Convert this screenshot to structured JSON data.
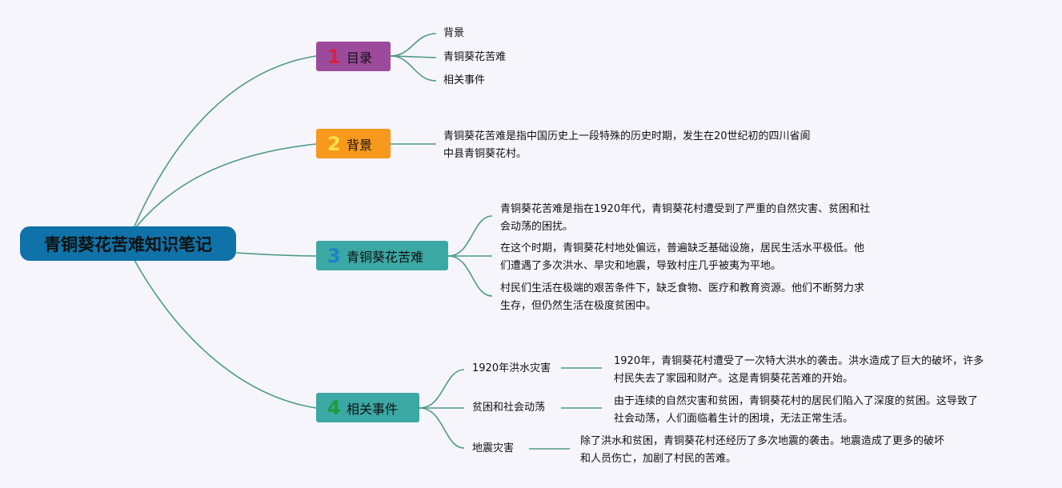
{
  "root": {
    "title": "青铜葵花苦难知识笔记"
  },
  "branches": [
    {
      "num": "1",
      "label": "目录",
      "items": [
        "背景",
        "青铜葵花苦难",
        "相关事件"
      ]
    },
    {
      "num": "2",
      "label": "背景",
      "text": [
        "青铜葵花苦难是指中国历史上一段特殊的历史时期，发生在20世纪初的四川省阆",
        "中县青铜葵花村。"
      ]
    },
    {
      "num": "3",
      "label": "青铜葵花苦难",
      "paragraphs": [
        [
          "青铜葵花苦难是指在1920年代，青铜葵花村遭受到了严重的自然灾害、贫困和社",
          "会动荡的困扰。"
        ],
        [
          "在这个时期，青铜葵花村地处偏远，普遍缺乏基础设施，居民生活水平极低。他",
          "们遭遇了多次洪水、旱灾和地震，导致村庄几乎被夷为平地。"
        ],
        [
          "村民们生活在极端的艰苦条件下，缺乏食物、医疗和教育资源。他们不断努力求",
          "生存，但仍然生活在极度贫困中。"
        ]
      ]
    },
    {
      "num": "4",
      "label": "相关事件",
      "events": [
        {
          "name": "1920年洪水灾害",
          "desc": [
            "1920年，青铜葵花村遭受了一次特大洪水的袭击。洪水造成了巨大的破坏，许多",
            "村民失去了家园和财产。这是青铜葵花苦难的开始。"
          ]
        },
        {
          "name": "贫困和社会动荡",
          "desc": [
            "由于连续的自然灾害和贫困，青铜葵花村的居民们陷入了深度的贫困。这导致了",
            "社会动荡，人们面临着生计的困境，无法正常生活。"
          ]
        },
        {
          "name": "地震灾害",
          "desc": [
            "除了洪水和贫困，青铜葵花村还经历了多次地震的袭击。地震造成了更多的破坏",
            "和人员伤亡，加剧了村民的苦难。"
          ]
        }
      ]
    }
  ],
  "colors": {
    "connector": "#4f9a8c",
    "root": "#0f72a8",
    "b1": "#9c4a9b",
    "b2": "#f7991c",
    "b3": "#3ba8a4",
    "b4": "#3ba8a4"
  }
}
